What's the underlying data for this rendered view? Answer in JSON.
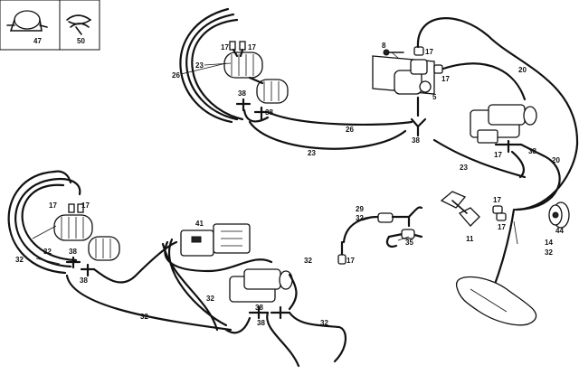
{
  "labels": {
    "l47": "47",
    "l50": "50",
    "l17a": "17",
    "l17b": "17",
    "l26a": "26",
    "l23a": "23",
    "l38a": "38",
    "l38b": "38",
    "l8": "8",
    "l17c": "17",
    "l17d": "17",
    "l5": "5",
    "l20a": "20",
    "l26b": "26",
    "l38c": "38",
    "l23b": "23",
    "l17e": "17",
    "l38d": "38",
    "l20b": "20",
    "l23c": "23",
    "l17f": "17",
    "l17g": "17",
    "l32a": "32",
    "l38e": "38",
    "l32b": "32",
    "l38f": "38",
    "l41": "41",
    "l32c": "32",
    "l32d": "32",
    "l32e": "32",
    "l38g": "38",
    "l38h": "38",
    "l32f": "32",
    "l29": "29",
    "l32g": "32",
    "l35": "35",
    "l11": "11",
    "l17h": "17",
    "l17i": "17",
    "l17j": "17",
    "l44": "44",
    "l14": "14",
    "l32h": "32"
  }
}
